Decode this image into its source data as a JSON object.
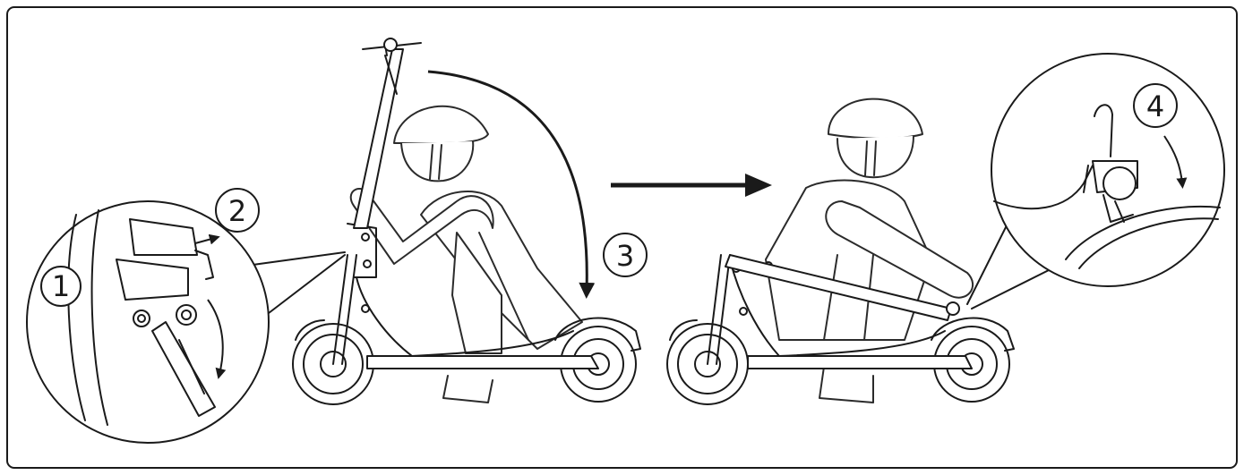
{
  "steps": [
    {
      "number": "1",
      "action": "open-latch-lever"
    },
    {
      "number": "2",
      "action": "release-safety-hook"
    },
    {
      "number": "3",
      "action": "fold-handlebar-down"
    },
    {
      "number": "4",
      "action": "hook-stem-to-rear-fender"
    }
  ],
  "colors": {
    "stroke": "#1a1a1a",
    "figure_stroke": "#2b2b2b",
    "background": "#ffffff"
  }
}
